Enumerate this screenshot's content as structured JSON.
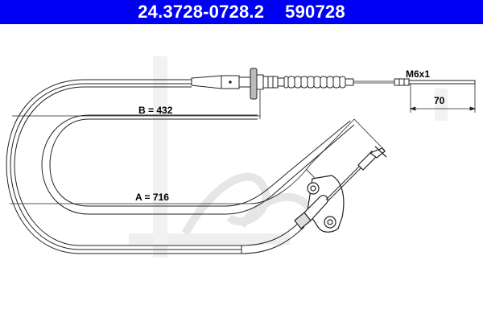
{
  "header": {
    "part_number": "24.3728-0728.2",
    "ref_number": "590728",
    "background_color": "#0000f5",
    "text_color": "#ffffff"
  },
  "drawing": {
    "subject": "clutch-cable",
    "dimensions": {
      "thread": "M6x1",
      "thread_length": "70",
      "B": "B = 432",
      "A": "A = 716"
    },
    "watermark": "ate-logo"
  }
}
